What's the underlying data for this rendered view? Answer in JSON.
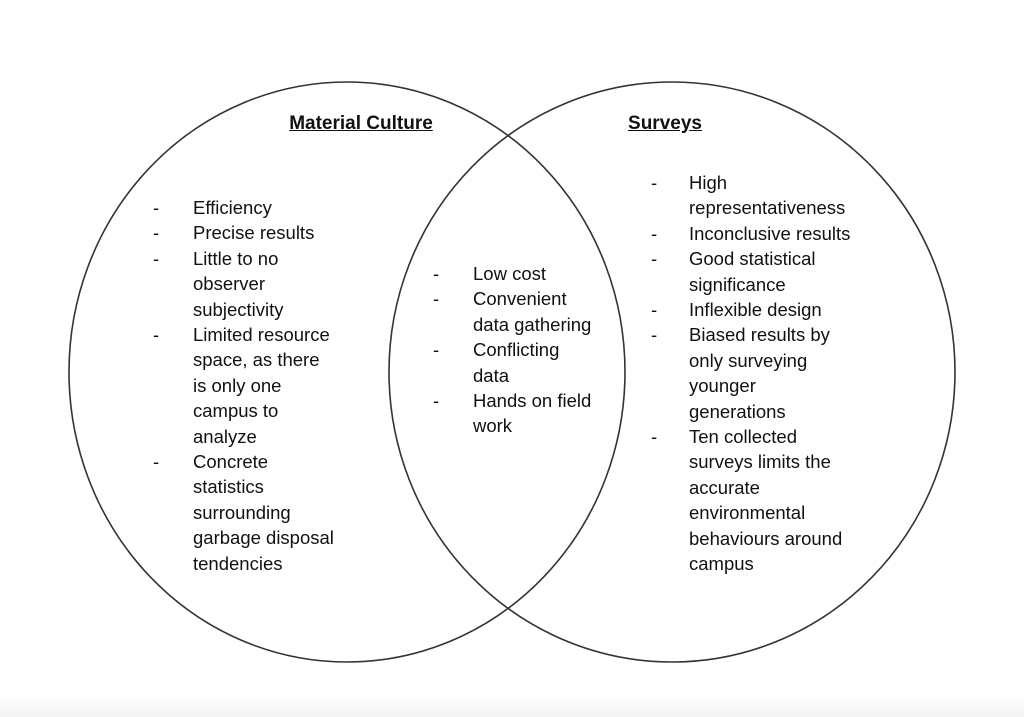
{
  "left": {
    "title": "Material Culture",
    "items": [
      {
        "lines": [
          "Efficiency"
        ]
      },
      {
        "lines": [
          "Precise results"
        ]
      },
      {
        "lines": [
          "Little to no",
          "observer",
          "subjectivity"
        ]
      },
      {
        "lines": [
          "Limited resource",
          "space, as there",
          "is only one",
          "campus to",
          "analyze"
        ]
      },
      {
        "lines": [
          "Concrete",
          "statistics",
          "surrounding",
          "garbage disposal",
          "tendencies"
        ]
      }
    ]
  },
  "middle": {
    "items": [
      {
        "lines": [
          "Low cost"
        ]
      },
      {
        "lines": [
          "Convenient",
          "data gathering"
        ]
      },
      {
        "lines": [
          "Conflicting",
          "data"
        ]
      },
      {
        "lines": [
          "Hands on field",
          "work"
        ]
      }
    ]
  },
  "right": {
    "title": "Surveys",
    "items": [
      {
        "lines": [
          "High",
          "representativeness"
        ]
      },
      {
        "lines": [
          "Inconclusive results"
        ]
      },
      {
        "lines": [
          "Good statistical",
          "significance"
        ]
      },
      {
        "lines": [
          "Inflexible design"
        ]
      },
      {
        "lines": [
          "Biased results by",
          "only surveying",
          "younger",
          "generations"
        ]
      },
      {
        "lines": [
          "Ten collected",
          "surveys limits the",
          "accurate",
          "environmental",
          "behaviours around",
          "campus"
        ]
      }
    ]
  },
  "bullet": "-"
}
